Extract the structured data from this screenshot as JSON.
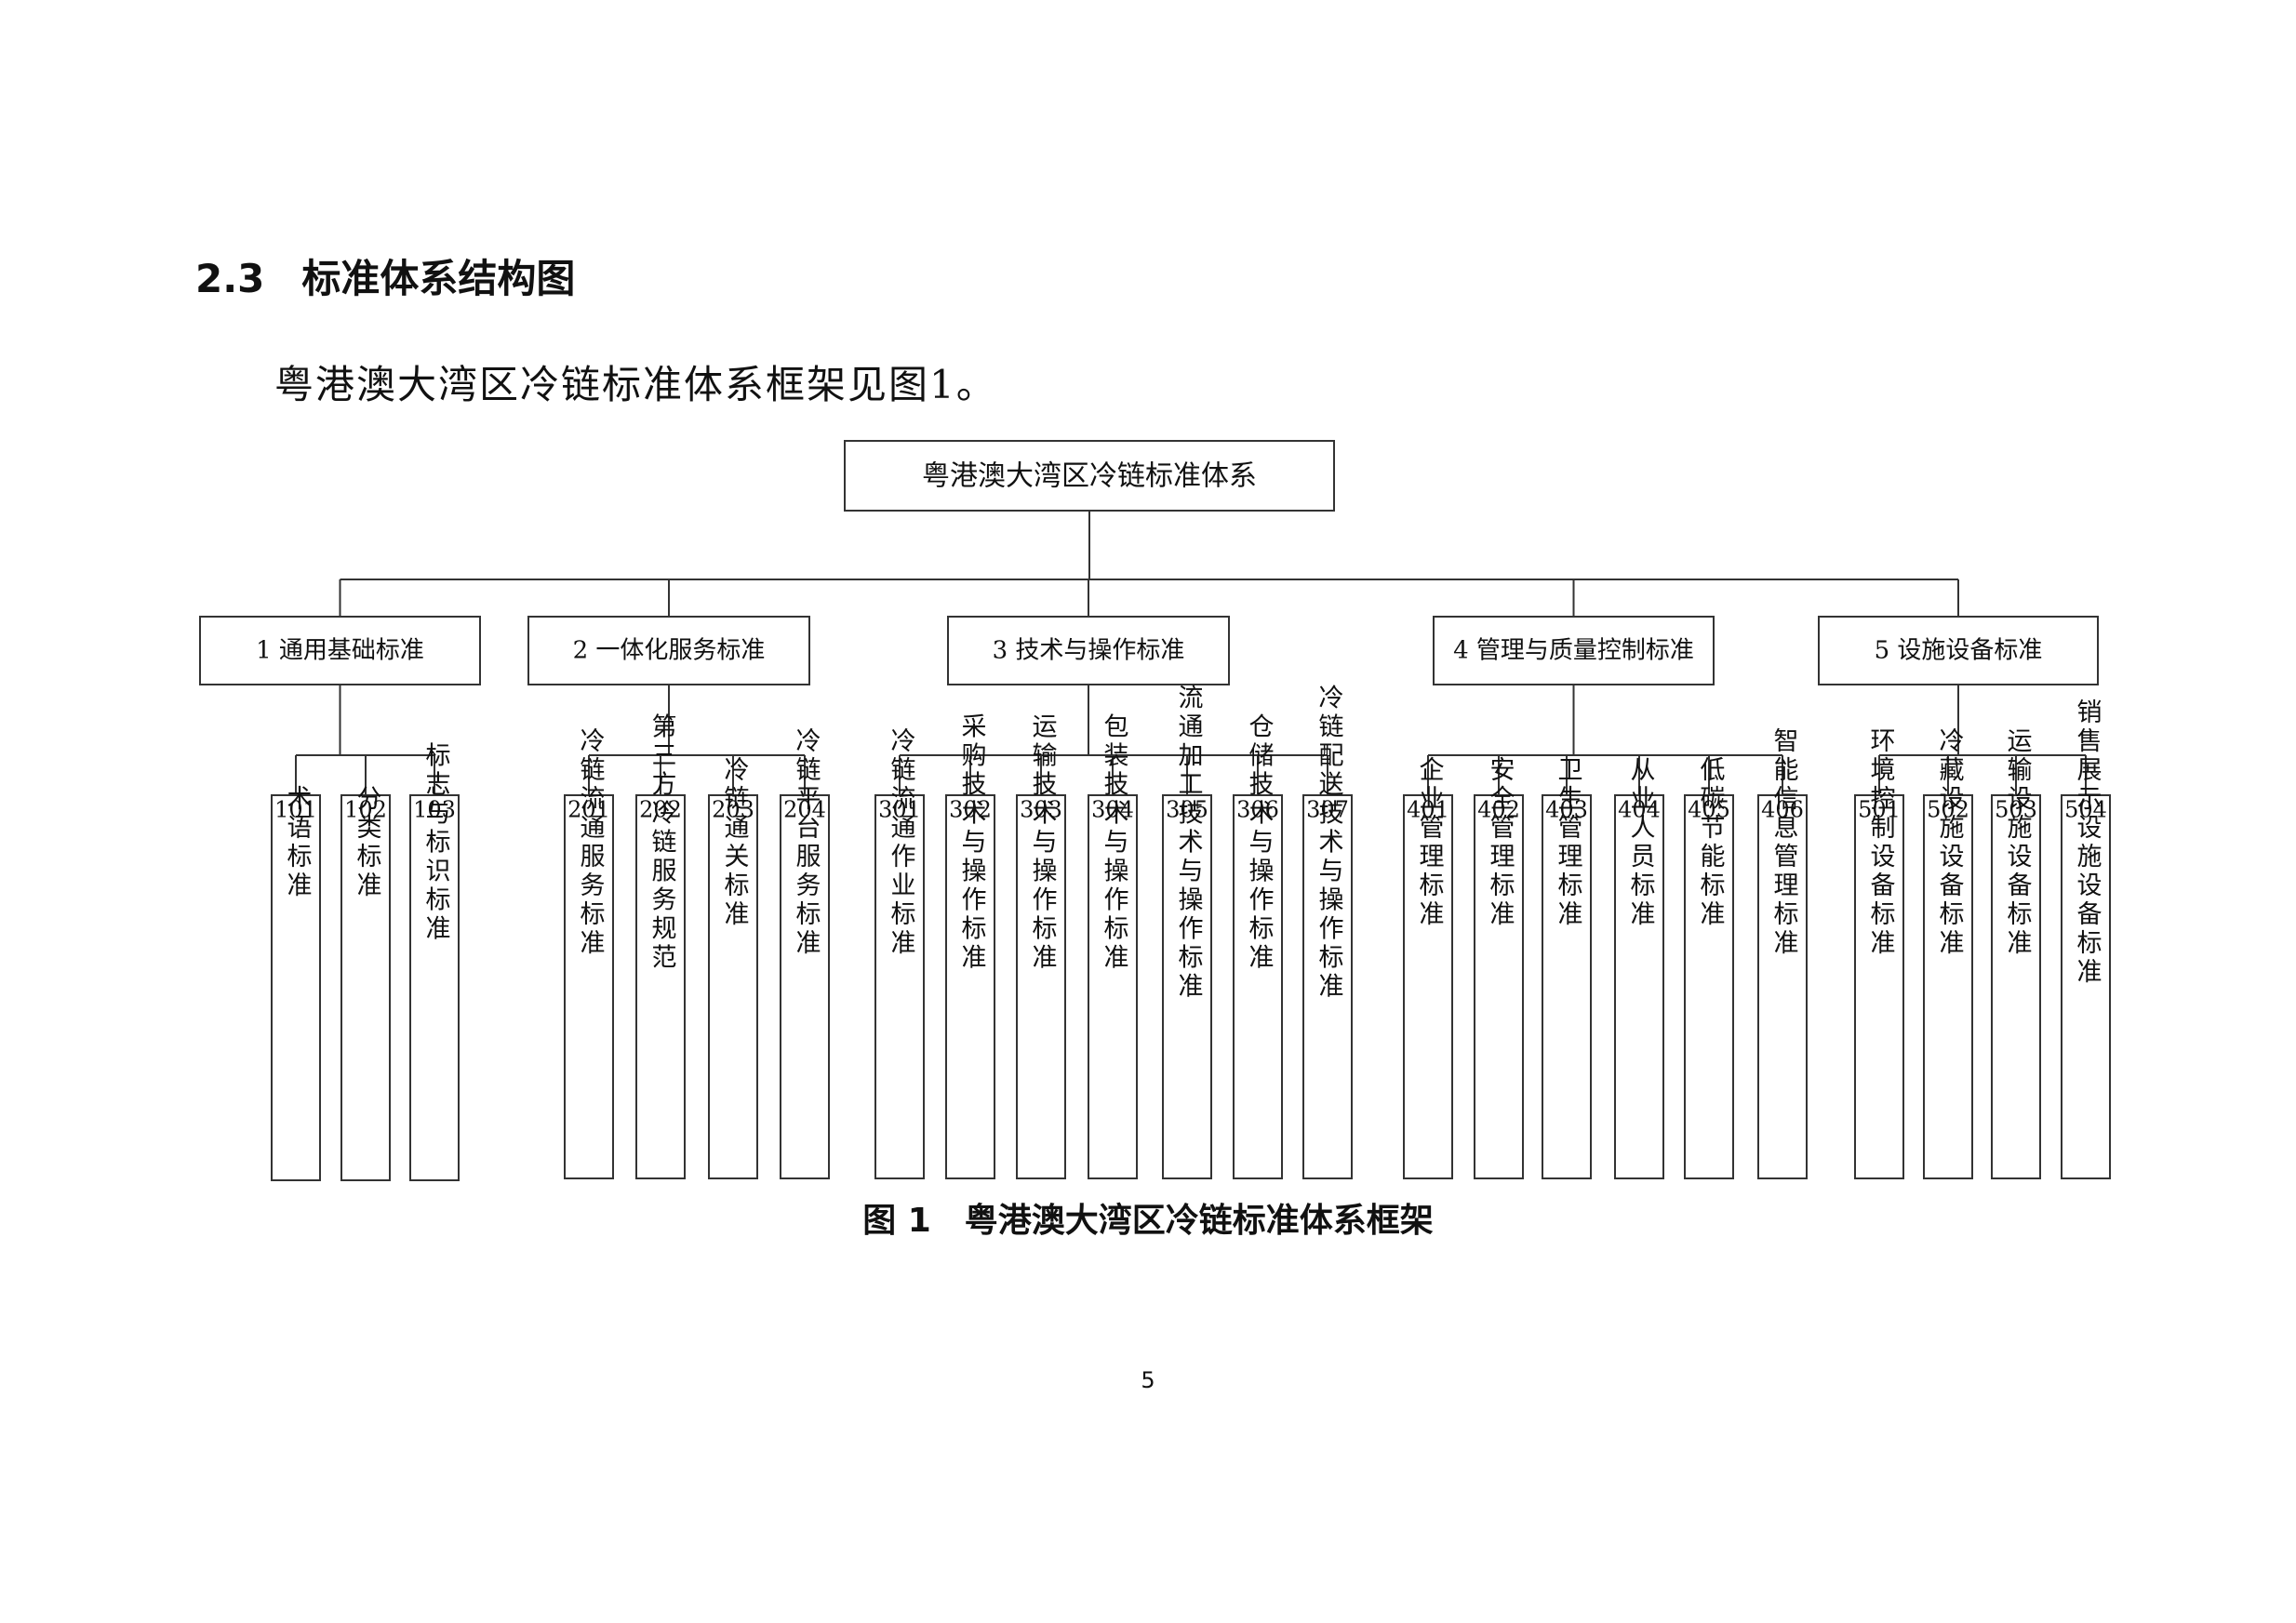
{
  "section": {
    "number": "2.3",
    "title": "标准体系结构图"
  },
  "intro": "粤港澳大湾区冷链标准体系框架见图1。",
  "diagram": {
    "root": "粤港澳大湾区冷链标准体系",
    "categories": [
      {
        "label": "1  通用基础标准",
        "children": [
          {
            "code": "101",
            "name": "术语标准"
          },
          {
            "code": "102",
            "name": "分类标准"
          },
          {
            "code": "103",
            "name": "标志与标识标准"
          }
        ]
      },
      {
        "label": "2  一体化服务标准",
        "children": [
          {
            "code": "201",
            "name": "冷链流通服务标准"
          },
          {
            "code": "202",
            "name": "第三方冷链服务规范"
          },
          {
            "code": "203",
            "name": "冷链通关标准"
          },
          {
            "code": "204",
            "name": "冷链平台服务标准"
          }
        ]
      },
      {
        "label": "3  技术与操作标准",
        "children": [
          {
            "code": "301",
            "name": "冷链流通作业标准"
          },
          {
            "code": "302",
            "name": "采购技术与操作标准"
          },
          {
            "code": "303",
            "name": "运输技术与操作标准"
          },
          {
            "code": "304",
            "name": "包装技术与操作标准"
          },
          {
            "code": "305",
            "name": "流通加工技术与操作标准"
          },
          {
            "code": "306",
            "name": "仓储技术与操作标准"
          },
          {
            "code": "307",
            "name": "冷链配送技术与操作标准"
          }
        ]
      },
      {
        "label": "4  管理与质量控制标准",
        "children": [
          {
            "code": "401",
            "name": "企业管理标准"
          },
          {
            "code": "402",
            "name": "安全管理标准"
          },
          {
            "code": "403",
            "name": "卫生管理标准"
          },
          {
            "code": "404",
            "name": "从业人员标准"
          },
          {
            "code": "405",
            "name": "低碳节能标准"
          },
          {
            "code": "406",
            "name": "智能信息管理标准"
          }
        ]
      },
      {
        "label": "5  设施设备标准",
        "children": [
          {
            "code": "501",
            "name": "环境控制设备标准"
          },
          {
            "code": "502",
            "name": "冷藏设施设备标准"
          },
          {
            "code": "503",
            "name": "运输设施设备标准"
          },
          {
            "code": "504",
            "name": "销售展示设施设备标准"
          }
        ]
      }
    ]
  },
  "caption": {
    "number": "图 1",
    "title": "粤港澳大湾区冷链标准体系框架"
  },
  "page_number": "5"
}
